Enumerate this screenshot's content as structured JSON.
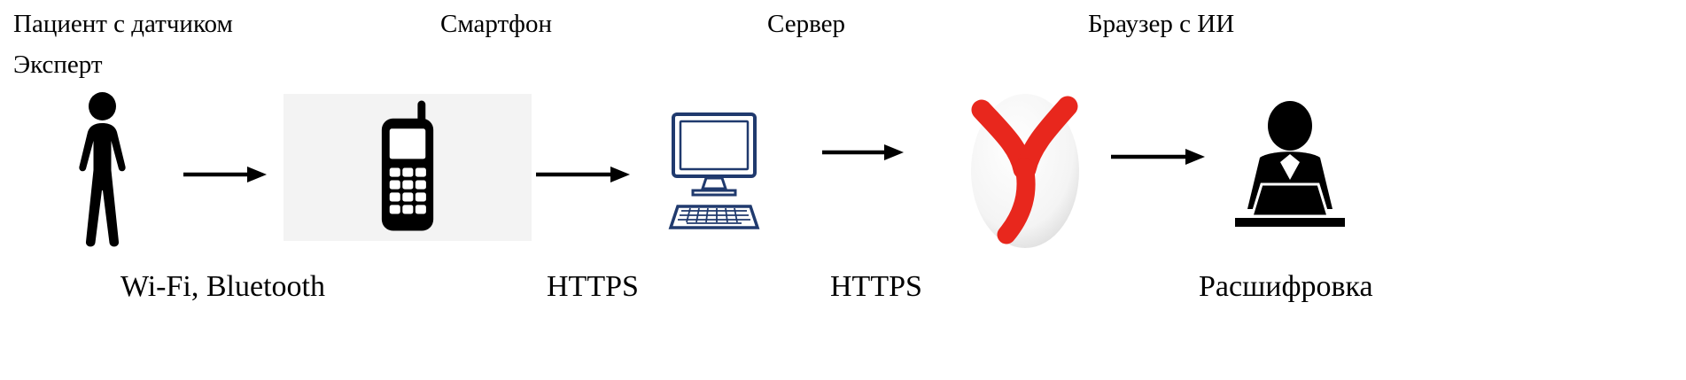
{
  "diagram": {
    "type": "flow-diagram",
    "flow_direction": "left-to-right",
    "nodes": [
      {
        "id": "patient",
        "label": "Пациент с датчиком",
        "label2": "Эксперт",
        "icon": "person-icon",
        "caption": ""
      },
      {
        "id": "smartphone",
        "label": "Смартфон",
        "icon": "mobile-phone-icon",
        "caption": ""
      },
      {
        "id": "server",
        "label": "Сервер",
        "icon": "desktop-computer-icon",
        "caption": ""
      },
      {
        "id": "browser",
        "label": "Браузер с ИИ",
        "icon": "yandex-browser-icon",
        "caption": ""
      },
      {
        "id": "analyst",
        "label": "",
        "icon": "person-at-laptop-icon",
        "caption": "Расшифровка"
      }
    ],
    "edges": [
      {
        "from": "patient",
        "to": "smartphone",
        "label": "Wi-Fi, Bluetooth"
      },
      {
        "from": "smartphone",
        "to": "server",
        "label": "HTTPS"
      },
      {
        "from": "server",
        "to": "browser",
        "label": "HTTPS"
      },
      {
        "from": "browser",
        "to": "analyst",
        "label": ""
      }
    ],
    "colors": {
      "background": "#ffffff",
      "text": "#000000",
      "silhouette_black": "#000000",
      "server_outline_navy": "#203a6e",
      "yandex_red": "#e8271d",
      "phone_panel_bg": "#f3f3f3",
      "arrow": "#000000"
    }
  }
}
